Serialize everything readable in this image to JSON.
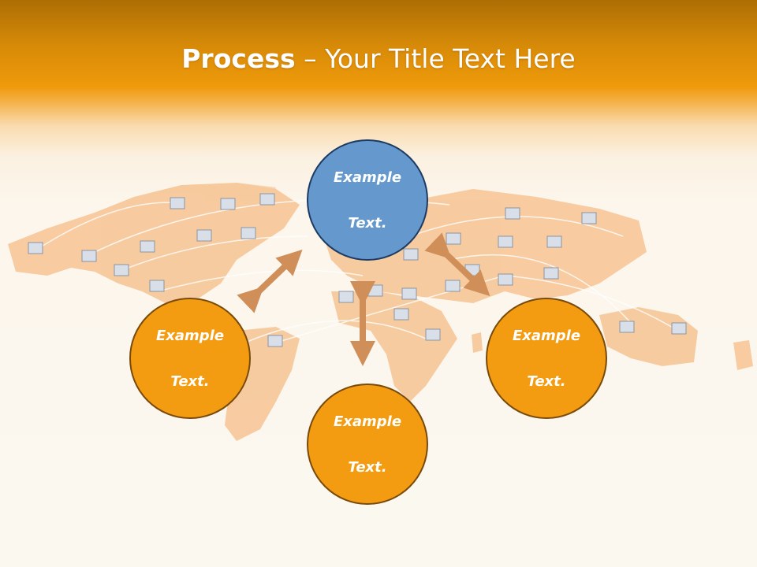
{
  "slide": {
    "title_bold": "Process",
    "title_rest": " – Your Title Text Here",
    "nodes": [
      {
        "label_line1": "Example",
        "label_line2": "Text."
      },
      {
        "label_line1": "Example",
        "label_line2": "Text."
      },
      {
        "label_line1": "Example",
        "label_line2": "Text."
      },
      {
        "label_line1": "Example",
        "label_line2": "Text."
      }
    ]
  },
  "colors": {
    "header_orange": "#ef9a0b",
    "node_orange": "#f39c11",
    "node_blue": "#6598cc",
    "arrow": "#d08f58"
  }
}
